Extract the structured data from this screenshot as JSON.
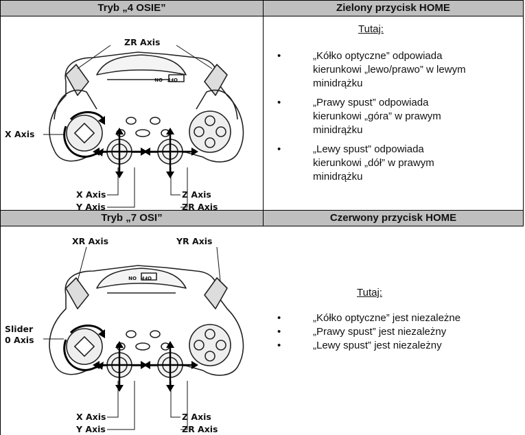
{
  "section1": {
    "left_header": "Tryb „4 OSIE”",
    "right_header": "Zielony przycisk HOME",
    "axis_labels": {
      "top": "ZR Axis",
      "left": "X Axis",
      "stick_left_1": "X Axis",
      "stick_left_2": "Y Axis",
      "stick_right_1": "Z Axis",
      "stick_right_2": "ZR Axis"
    },
    "switch_label_off": "OFF",
    "switch_label_on": "ON",
    "tutaj": "Tutaj:",
    "bullets": [
      [
        "„Kółko optyczne” odpowiada",
        "kierunkowi „lewo/prawo” w lewym",
        "minidrążku"
      ],
      [
        "„Prawy spust” odpowiada",
        "kierunkowi „góra” w prawym",
        "minidrążku"
      ],
      [
        "„Lewy spust” odpowiada",
        "kierunkowi „dół” w prawym",
        "minidrążku"
      ]
    ]
  },
  "section2": {
    "left_header": "Tryb „7 OSI”",
    "right_header": "Czerwony przycisk HOME",
    "axis_labels": {
      "top_left": "XR Axis",
      "top_right": "YR Axis",
      "left_1": "Slider",
      "left_2": "0 Axis",
      "stick_left_1": "X Axis",
      "stick_left_2": "Y Axis",
      "stick_right_1": "Z Axis",
      "stick_right_2": "ZR Axis"
    },
    "switch_label_off": "OFF",
    "switch_label_on": "ON",
    "tutaj": "Tutaj:",
    "bullets": [
      "„Kółko optyczne” jest niezależne",
      "„Prawy spust” jest niezależny",
      "„Lewy spust” jest niezależny"
    ]
  },
  "bullet_char": "•"
}
